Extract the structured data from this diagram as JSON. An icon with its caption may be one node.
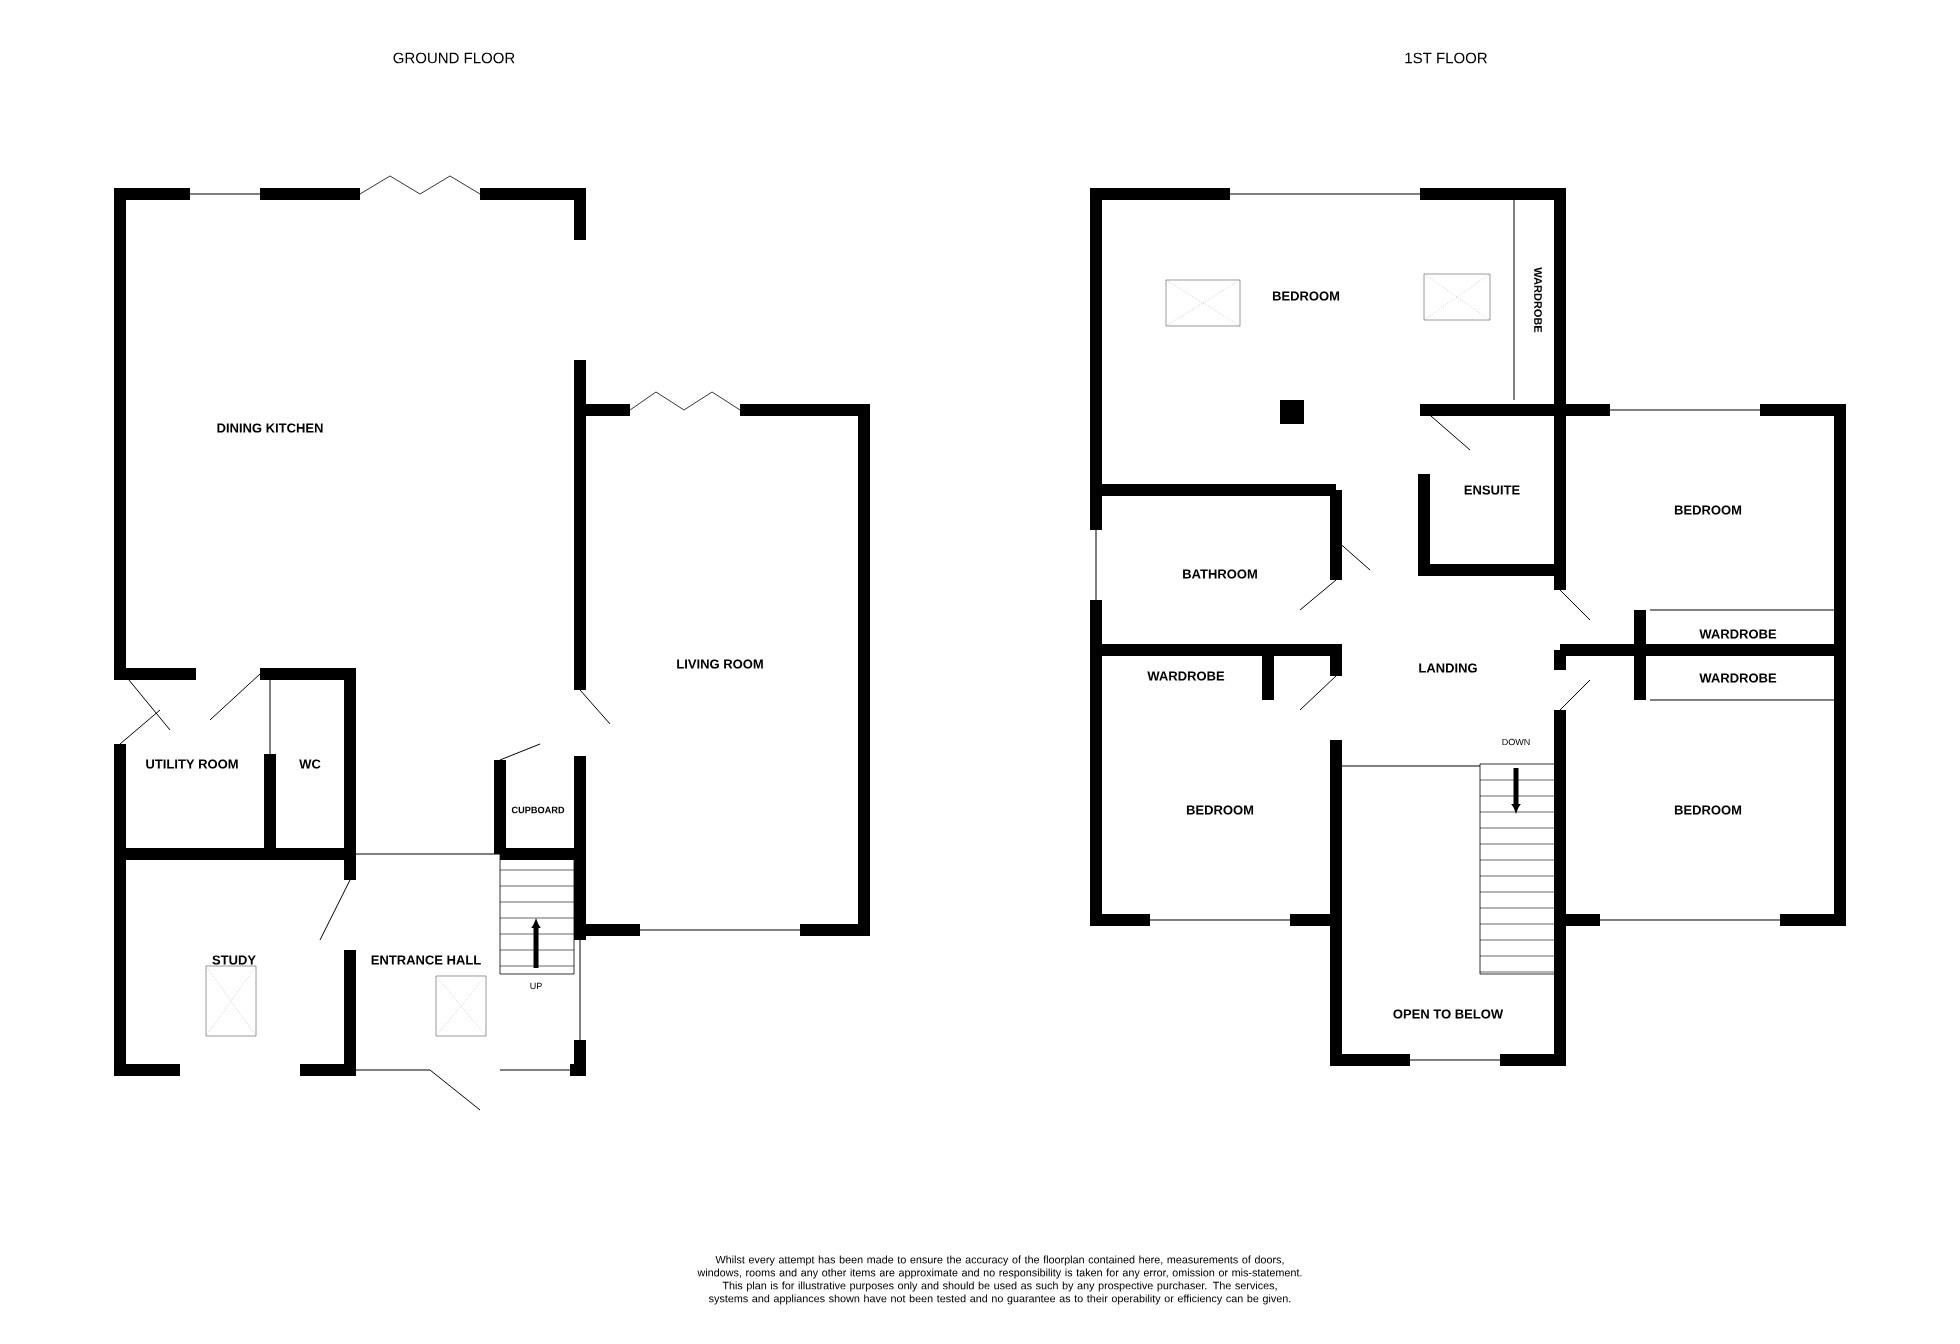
{
  "diagram": {
    "nodes": [
      {
        "text": [
          "DINING KITCHEN"
        ]
      },
      {
        "text": [
          "LIVING ROOM"
        ]
      },
      {
        "text": [
          "UTILITY ROOM"
        ]
      },
      {
        "text": [
          "WC"
        ]
      },
      {
        "text": [
          "CUPBOARD"
        ]
      },
      {
        "text": [
          "STUDY"
        ]
      },
      {
        "text": [
          "ENTRANCE HALL"
        ]
      },
      {
        "text": [
          "BEDROOM"
        ]
      },
      {
        "text": [
          "WARDROBE"
        ]
      },
      {
        "text": [
          "ENSUITE"
        ]
      },
      {
        "text": [
          "BEDROOM"
        ]
      },
      {
        "text": [
          "BATHROOM"
        ]
      },
      {
        "text": [
          "WARDROBE"
        ]
      },
      {
        "text": [
          "LANDING"
        ]
      },
      {
        "text": [
          "WARDROBE"
        ]
      },
      {
        "text": [
          "WARDROBE"
        ]
      },
      {
        "text": [
          "BEDROOM"
        ]
      },
      {
        "text": [
          "BEDROOM"
        ]
      },
      {
        "text": [
          "OPEN TO BELOW"
        ]
      }
    ],
    "labels": [
      "GROUND FLOOR",
      "1ST FLOOR",
      "UP",
      "DOWN",
      "Whilst every attempt has been made to ensure the accuracy of the floorplan contained here, measurements of doors, windows, rooms and any other items are approximate and no responsibility is taken for any error, omission or mis-statement. This plan is for illustrative purposes only and should be used as such by any prospective purchaser. The services, systems and appliances shown have not been tested and no guarantee as to their operability or efficiency can be given."
    ]
  }
}
